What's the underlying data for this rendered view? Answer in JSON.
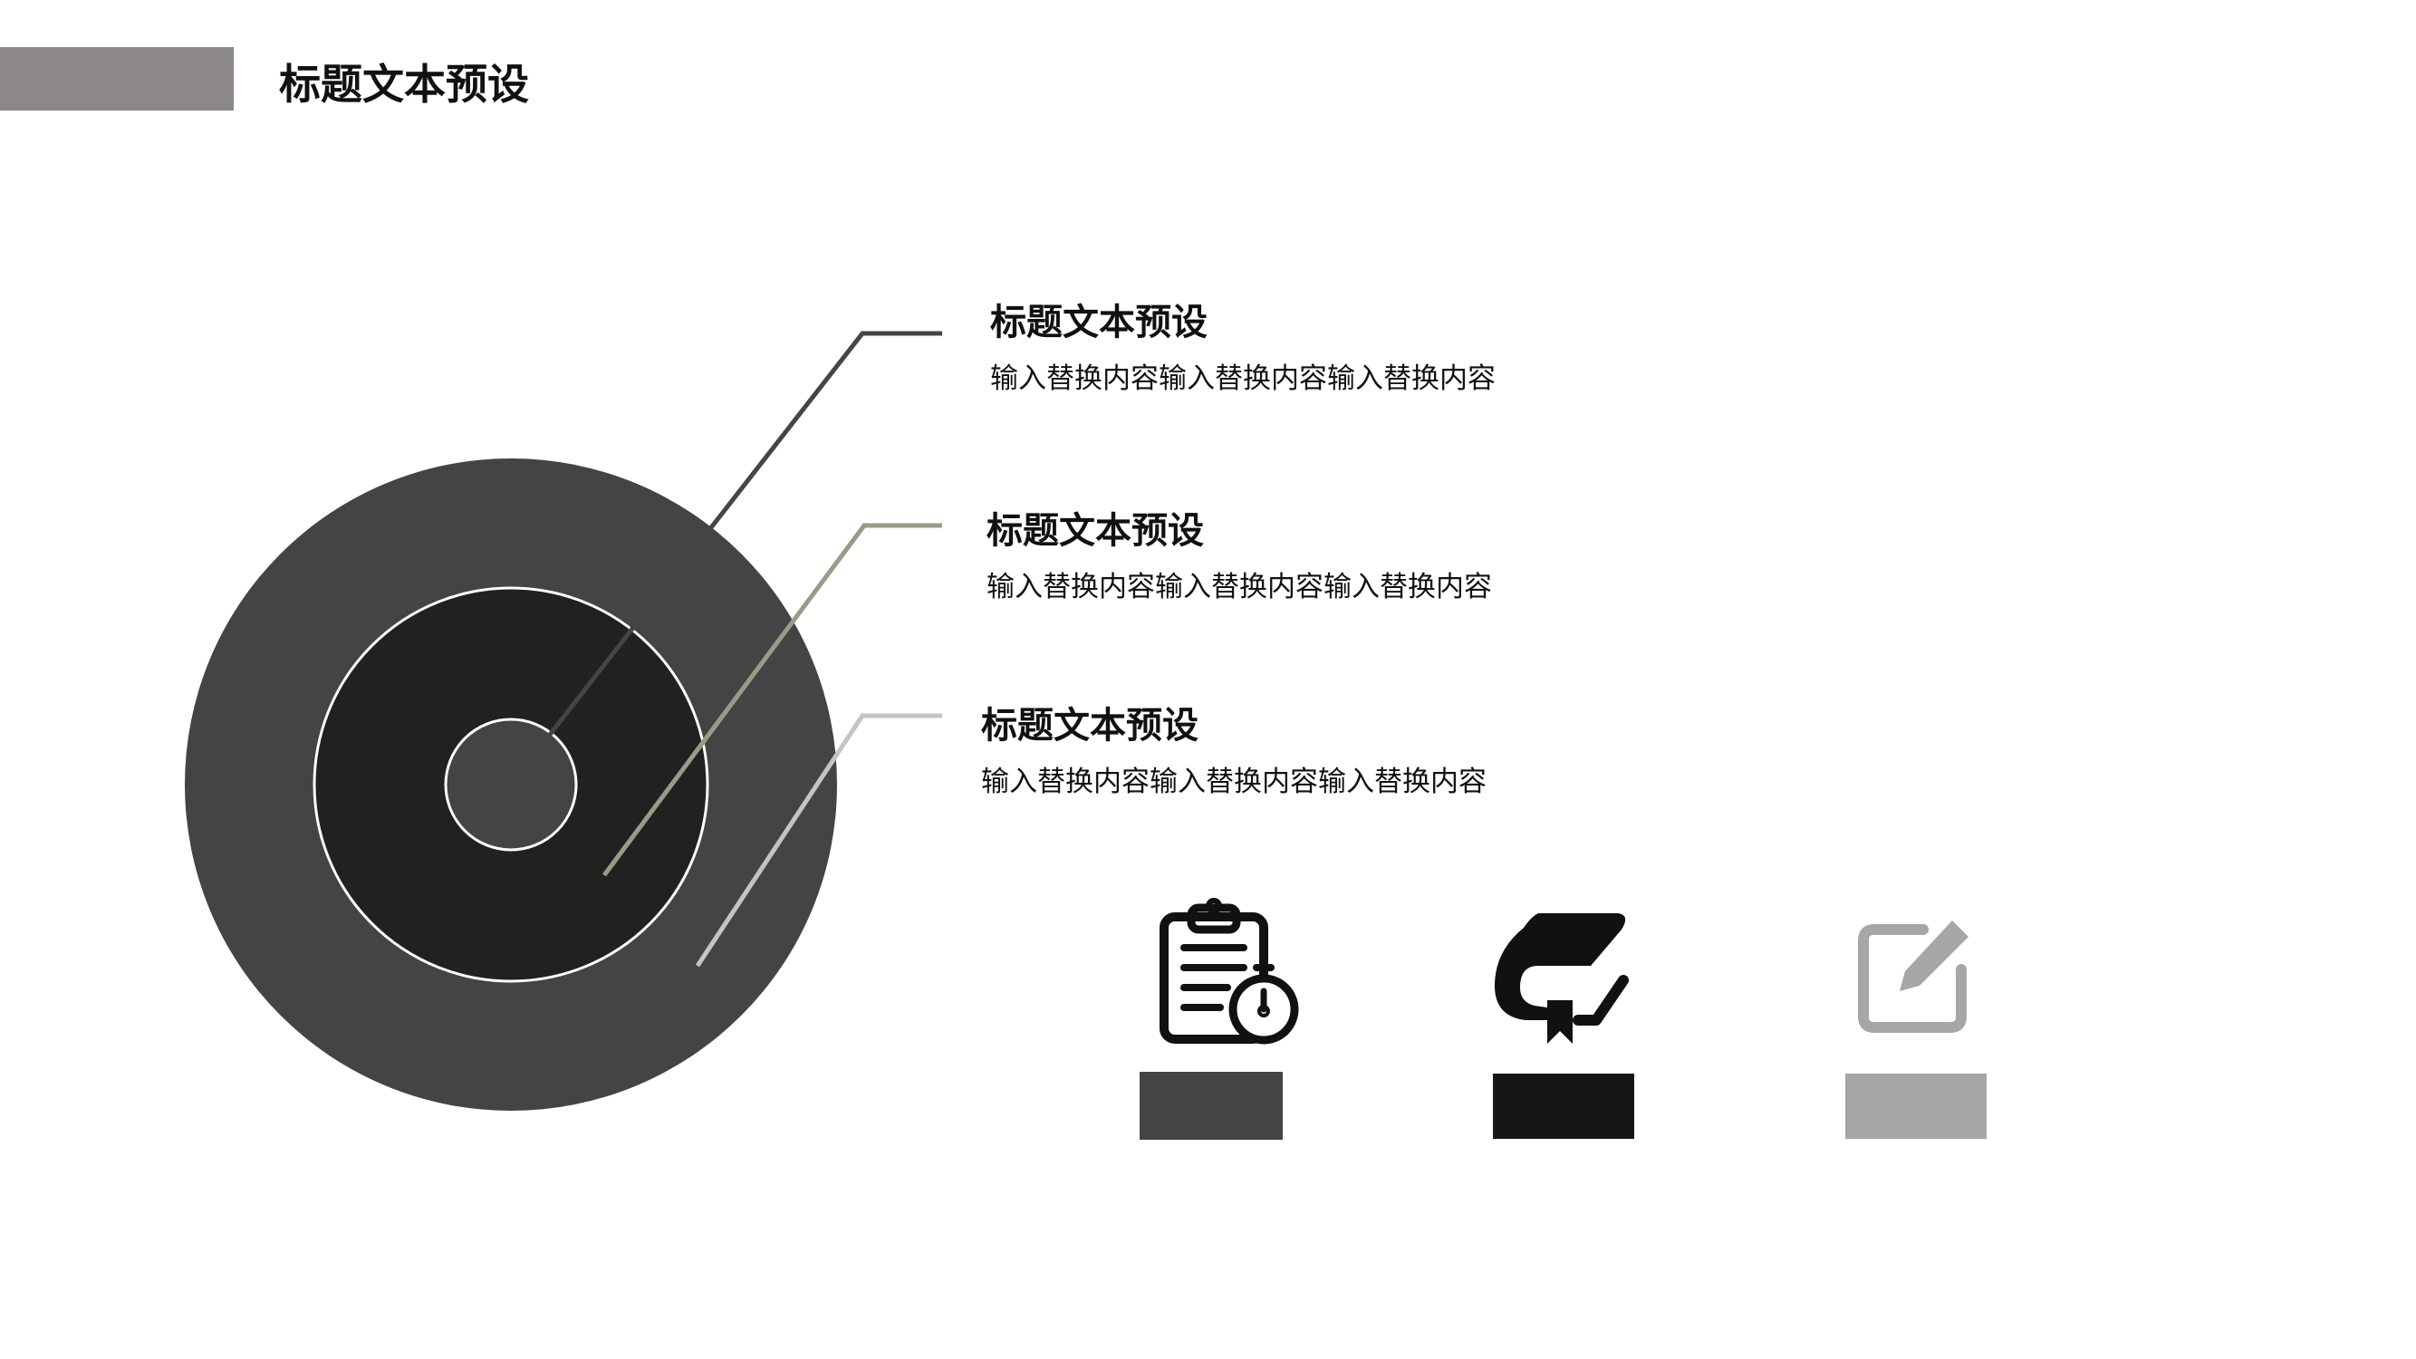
{
  "header": {
    "title": "标题文本预设",
    "bar_color": "#8c8889"
  },
  "diagram": {
    "rings": [
      {
        "name": "outer-ring",
        "color": "#454444"
      },
      {
        "name": "middle-ring",
        "color": "#212121"
      },
      {
        "name": "inner-ring",
        "color": "#454444"
      }
    ],
    "items": [
      {
        "title": "标题文本预设",
        "desc": "输入替换内容输入替换内容输入替换内容",
        "line_color": "#454545"
      },
      {
        "title": "标题文本预设",
        "desc": "输入替换内容输入替换内容输入替换内容",
        "line_color": "#9c9a86"
      },
      {
        "title": "标题文本预设",
        "desc": "输入替换内容输入替换内容输入替换内容",
        "line_color": "#c4c4c4"
      }
    ]
  },
  "icons": [
    {
      "icon": "clipboard-stopwatch-icon",
      "color": "#111111",
      "swatch_color": "#454444"
    },
    {
      "icon": "book-bookmark-icon",
      "color": "#111111",
      "swatch_color": "#161616"
    },
    {
      "icon": "edit-pencil-icon",
      "color": "#a6a6a6",
      "swatch_color": "#a6a6a6"
    }
  ]
}
